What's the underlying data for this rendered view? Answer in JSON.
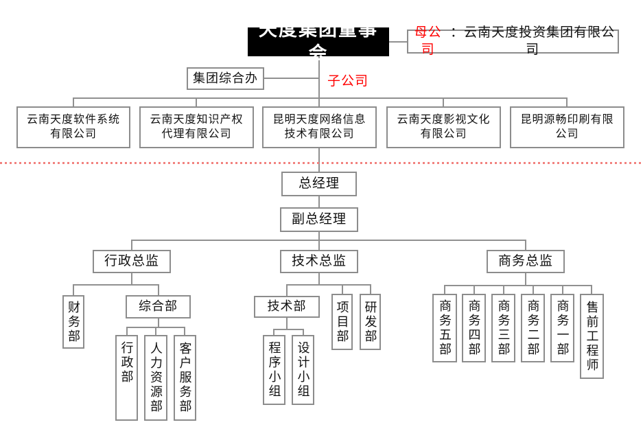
{
  "colors": {
    "accent_red": "#ff0000",
    "divider_red": "#f2827f",
    "line_gray": "#909090",
    "border_gray": "#8c8c8c",
    "board_bg": "#000000"
  },
  "board": {
    "label": "天度集团董事会"
  },
  "parent_company": {
    "prefix": "母公司",
    "rest": "：云南天度投资集团有限公司"
  },
  "group_office": {
    "label": "集团综合办"
  },
  "subsidiary_label": "子公司",
  "subsidiaries": [
    {
      "line1": "云南天度软件系统",
      "line2": "有限公司"
    },
    {
      "line1": "云南天度知识产权",
      "line2": "代理有限公司"
    },
    {
      "line1": "昆明天度网络信息",
      "line2": "技术有限公司"
    },
    {
      "line1": "云南天度影视文化",
      "line2": "有限公司"
    },
    {
      "line1": "昆明源畅印刷有限",
      "line2": "公司"
    }
  ],
  "management": {
    "general_manager": "总经理",
    "deputy_general_manager": "副总经理"
  },
  "directors": {
    "admin": "行政总监",
    "tech": "技术总监",
    "business": "商务总监"
  },
  "admin_branch": {
    "finance_dept": "财务部",
    "general_dept": "综合部",
    "sub_depts": [
      "行政部",
      "人力资源部",
      "客户服务部"
    ]
  },
  "tech_branch": {
    "tech_dept": "技术部",
    "project_dept": "项目部",
    "rd_dept": "研发部",
    "teams": [
      "程序小组",
      "设计小组"
    ]
  },
  "business_branch": {
    "depts": [
      "商务五部",
      "商务四部",
      "商务三部",
      "商务二部",
      "商务一部",
      "售前工程师"
    ]
  }
}
